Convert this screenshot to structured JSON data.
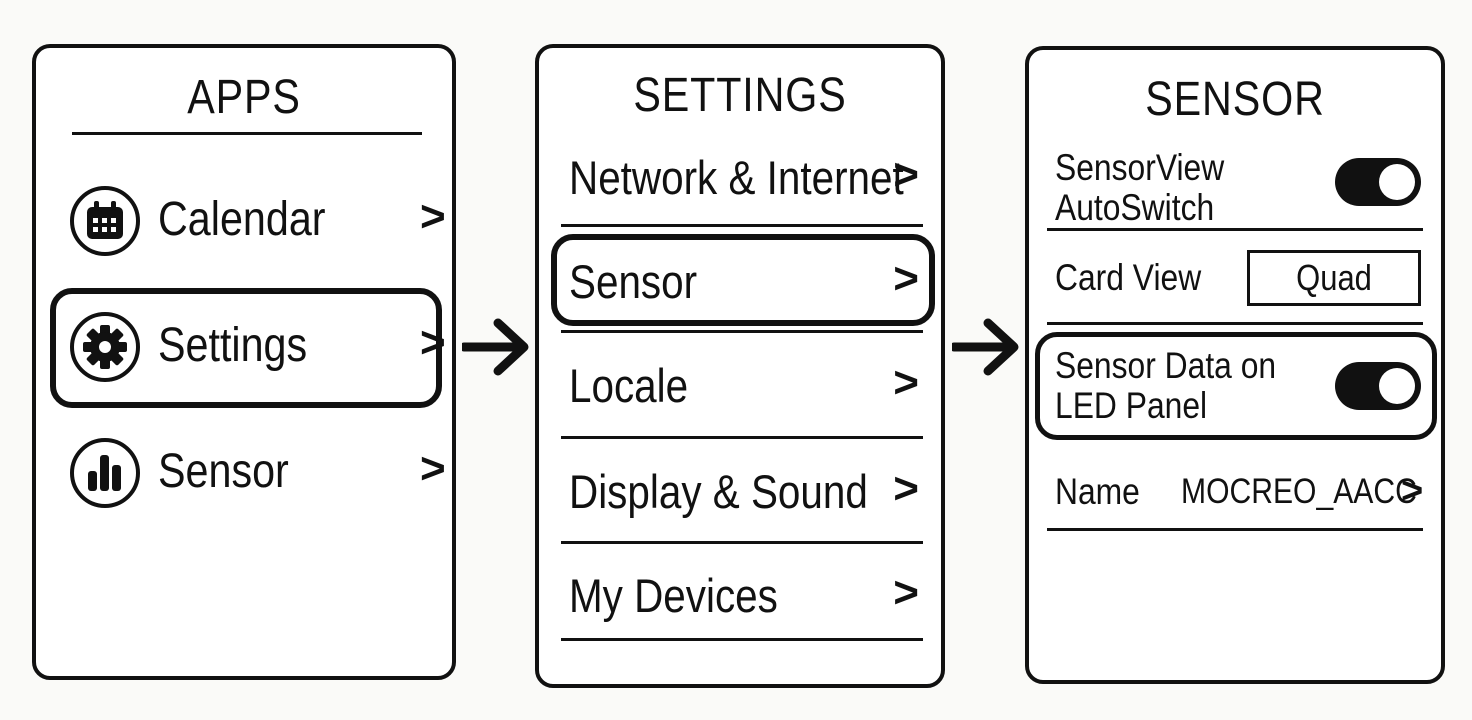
{
  "apps_panel": {
    "title": "APPS",
    "items": [
      {
        "label": "Calendar",
        "icon": "calendar-icon"
      },
      {
        "label": "Settings",
        "icon": "gear-icon"
      },
      {
        "label": "Sensor",
        "icon": "bar-chart-icon"
      }
    ]
  },
  "settings_panel": {
    "title": "SETTINGS",
    "items": [
      {
        "label": "Network & Internet"
      },
      {
        "label": "Sensor"
      },
      {
        "label": "Locale"
      },
      {
        "label": "Display & Sound"
      },
      {
        "label": "My Devices"
      }
    ]
  },
  "sensor_panel": {
    "title": "SENSOR",
    "autoswitch": {
      "line1": "SensorView",
      "line2": "AutoSwitch",
      "on": true
    },
    "card_view": {
      "label": "Card View",
      "value": "Quad"
    },
    "led_panel": {
      "line1": "Sensor Data on",
      "line2": "LED Panel",
      "on": true
    },
    "name": {
      "label": "Name",
      "value": "MOCREO_AACC"
    }
  },
  "chevron": ">"
}
